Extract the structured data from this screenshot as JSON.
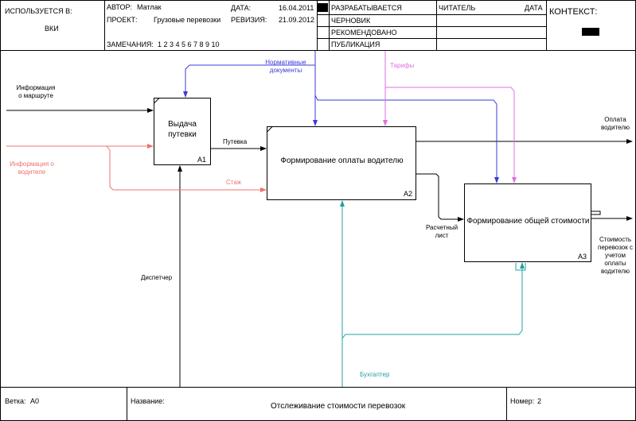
{
  "header": {
    "used_in_label": "ИСПОЛЬЗУЕТСЯ В:",
    "used_in_value": "ВКИ",
    "author_label": "АВТОР:",
    "author_value": "Матлак",
    "project_label": "ПРОЕКТ:",
    "project_value": "Грузовые перевозки",
    "date_label": "ДАТА:",
    "date_value": "16.04.2011",
    "revision_label": "РЕВИЗИЯ:",
    "revision_value": "21.09.2012",
    "notes_label": "ЗАМЕЧАНИЯ:",
    "notes_value": "1  2  3  4  5  6  7  8  9  10",
    "status": [
      "РАЗРАБАТЫВАЕТСЯ",
      "ЧЕРНОВИК",
      "РЕКОМЕНДОВАНО",
      "ПУБЛИКАЦИЯ"
    ],
    "reader_label": "ЧИТАТЕЛЬ",
    "reader_date_label": "ДАТА",
    "context_label": "КОНТЕКСТ:"
  },
  "boxes": [
    {
      "title_line1": "Выдача",
      "title_line2": "путевки",
      "number": "A1"
    },
    {
      "title": "Формирование оплаты водителю",
      "number": "A2"
    },
    {
      "title": "Формирование общей стоимости",
      "number": "A3"
    }
  ],
  "arrows": {
    "route_info_line1": "Информация",
    "route_info_line2": "о маршруте",
    "driver_info_line1": "Информация о",
    "driver_info_line2": "водителе",
    "norm_docs_line1": "Нормативные",
    "norm_docs_line2": "документы",
    "tariffs": "Тарифы",
    "waybill": "Путевка",
    "experience": "Стаж",
    "dispatcher": "Диспетчер",
    "accountant": "Бухгалтер",
    "pay_sheet_line1": "Расчетный",
    "pay_sheet_line2": "лист",
    "driver_pay_line1": "Оплата",
    "driver_pay_line2": "водителю",
    "total_cost_line1": "Стоимость",
    "total_cost_line2": "перевозок с",
    "total_cost_line3": "учетом",
    "total_cost_line4": "оплаты",
    "total_cost_line5": "водителю"
  },
  "colors": {
    "control_blue": "#3b3bd9",
    "tariff_pink": "#e070e0",
    "driver_info_red": "#f07070",
    "accountant_teal": "#20a0a0"
  },
  "footer": {
    "node_label": "Ветка:",
    "node_value": "A0",
    "title_label": "Название:",
    "title_value": "Отслеживание стоимости перевозок",
    "number_label": "Номер:",
    "number_value": "2"
  }
}
